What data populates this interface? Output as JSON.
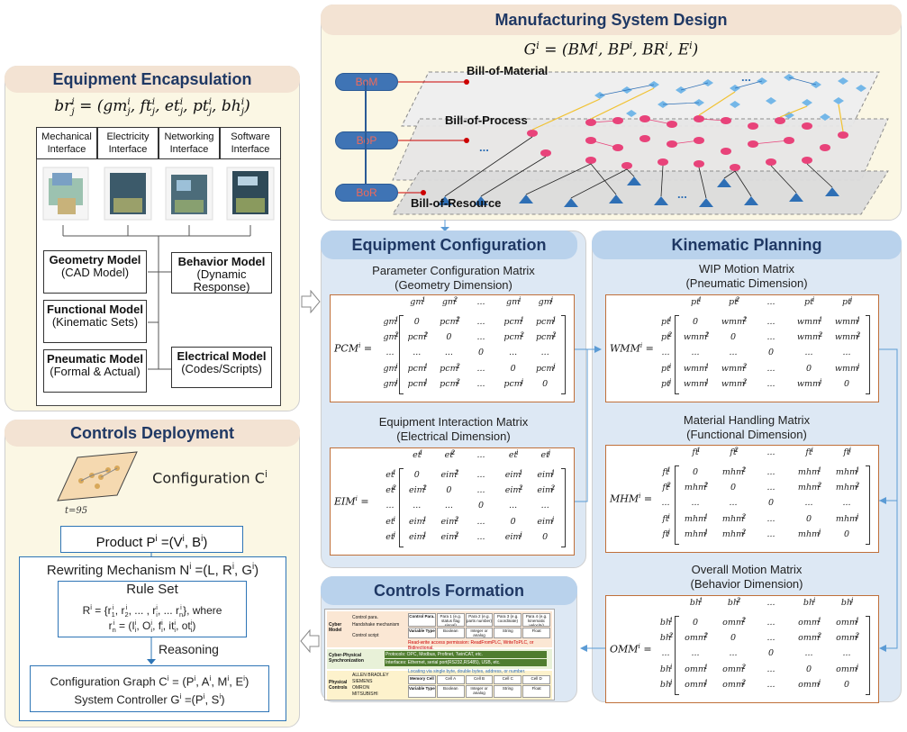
{
  "equipment_encapsulation": {
    "title": "Equipment Encapsulation",
    "formula": "br_j^i = (gm_j^i, ft_j^i, et_j^i, pt_j^i, bh_j^i)",
    "interfaces": [
      "Mechanical Interface",
      "Electricity Interface",
      "Networking Interface",
      "Software Interface"
    ],
    "models": {
      "geometry": {
        "name": "Geometry Model",
        "sub": "(CAD Model)"
      },
      "behavior": {
        "name": "Behavior Model",
        "sub": "(Dynamic Response)"
      },
      "functional": {
        "name": "Functional Model",
        "sub": "(Kinematic Sets)"
      },
      "pneumatic": {
        "name": "Pneumatic Model",
        "sub": "(Formal & Actual)"
      },
      "electrical": {
        "name": "Electrical Model",
        "sub": "(Codes/Scripts)"
      }
    }
  },
  "manufacturing_system_design": {
    "title": "Manufacturing System Design",
    "formula": "G^i = (BM^i, BP^i, BR^i, E^i)",
    "side_labels": [
      "BoM",
      "BoP",
      "BoR"
    ],
    "layers": [
      "Bill-of-Material",
      "Bill-of-Process",
      "Bill-of-Resource"
    ],
    "ellipsis": "..."
  },
  "equipment_configuration": {
    "title": "Equipment Configuration",
    "pcm": {
      "title": "Parameter Configuration Matrix",
      "subtitle": "(Geometry Dimension)",
      "label": "PCM^i =",
      "row_prefix": "gm",
      "cell_prefix": "pcm"
    },
    "eim": {
      "title": "Equipment Interaction Matrix",
      "subtitle": "(Electrical Dimension)",
      "label": "EIM^i =",
      "row_prefix": "et",
      "cell_prefix": "eim"
    }
  },
  "kinematic_planning": {
    "title": "Kinematic Planning",
    "wmm": {
      "title": "WIP Motion Matrix",
      "subtitle": "(Pneumatic Dimension)",
      "label": "WMM^i =",
      "row_prefix": "pt",
      "cell_prefix": "wmm"
    },
    "mhm": {
      "title": "Material Handling Matrix",
      "subtitle": "(Functional Dimension)",
      "label": "MHM^i =",
      "row_prefix": "ft",
      "cell_prefix": "mhm"
    },
    "omm": {
      "title": "Overall Motion Matrix",
      "subtitle": "(Behavior Dimension)",
      "label": "OMM^i =",
      "row_prefix": "bh",
      "cell_prefix": "omm"
    }
  },
  "controls_formation": {
    "title": "Controls Formation",
    "rows": [
      {
        "label": "Cyber Model",
        "items": [
          "Control para.",
          "Handshake mechanism",
          "Control script"
        ]
      },
      {
        "label": "Cyber-Physical Synchronization",
        "items": [
          "Protocols: OPC, Modbus, Profinet, TwinCAT, etc.",
          "Interfaces: Ethernet, serial port(RS232,RS485), USB, etc."
        ]
      },
      {
        "label": "Physical Controls",
        "items": [
          "ALLEN BRADLEY",
          "SIEMENS",
          "OMRON",
          "MITSUBISHI"
        ]
      }
    ],
    "note_red": "Read-write access permission: ReadFromPLC, WriteToPLC, or Bidirectional.",
    "note_blue": "Locating via single byte, double bytes, address, or number.",
    "table_top": [
      "Control Para.",
      "Para 1 (e.g. status flag signal)",
      "Para 2 (e.g. parts number)",
      "Para 3 (e.g. coordinate)",
      "Para 4 (e.g. kinematic velocity)"
    ],
    "table_top_types": [
      "Variable Type",
      "Boolean",
      "Integer or analog",
      "String",
      "Float"
    ],
    "table_bottom": [
      "Memory Cell",
      "Cell A",
      "Cell B",
      "Cell C",
      "Cell D"
    ],
    "table_bottom_types": [
      "Variable Type",
      "Boolean",
      "Integer or analog",
      "String",
      "Float"
    ]
  },
  "controls_deployment": {
    "title": "Controls Deployment",
    "configuration": "Configuration C^i",
    "product": "Product P^i =(V^i, B^i)",
    "rewriting": "Rewriting Mechanism N^i =(L, R^i, G^i)",
    "rule_set": "Rule Set",
    "rule_line1": "R^i = {r_1^i, r_2^i, ... , r_i^i, ... r_n^i}, where",
    "rule_line2": "r_n^i = (I_i^i, O_i^i, f_i^i, it_i^i, ot_i^i)",
    "reasoning": "Reasoning",
    "graph": "Configuration Graph C^i = (P^i, A^i, M^i, E^i)",
    "controller": "System Controller G^i =(P^i, S^i)"
  },
  "colors": {
    "accent_dark": "#1f3864",
    "tan": "#f3e3d3",
    "pill_blue": "#b9d2ec",
    "arrow": "#5b9bd5",
    "matrix_border": "#c0703a"
  }
}
